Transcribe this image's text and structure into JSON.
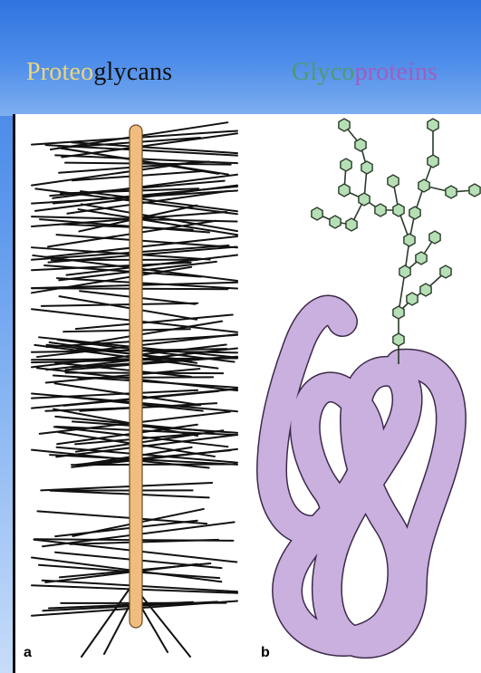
{
  "headings": {
    "left": {
      "prefix": "Proteo",
      "suffix": "glycans"
    },
    "right": {
      "prefix": "Glyco",
      "suffix": "proteins"
    }
  },
  "panels": {
    "a_label": "a",
    "b_label": "b"
  },
  "colors": {
    "proteo_prefix": "#ecd57a",
    "glycans_text": "#111111",
    "glyco_prefix": "#4f9a72",
    "proteins_text": "#a05dbf",
    "core_protein": "#f1bd7e",
    "protein_chain": "#c9b0de",
    "sugar_hexagon": "#b6dfb6"
  }
}
